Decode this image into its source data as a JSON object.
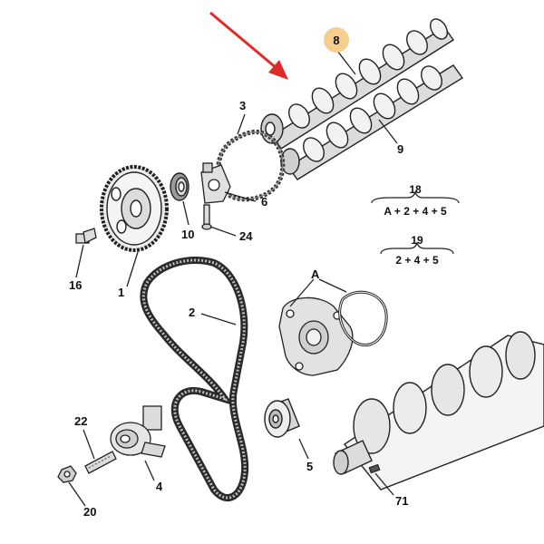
{
  "callouts": {
    "c1": "1",
    "c2": "2",
    "c3": "3",
    "c4": "4",
    "c5": "5",
    "c6": "6",
    "c8": "8",
    "c9": "9",
    "c10": "10",
    "c16": "16",
    "c20": "20",
    "c22": "22",
    "c24": "24",
    "c71": "71",
    "cA": "A"
  },
  "groups": [
    {
      "number": "18",
      "formula": "A + 2 + 4 + 5"
    },
    {
      "number": "19",
      "formula": "2 + 4 + 5"
    }
  ],
  "colors": {
    "highlight": "#f6cf8e",
    "arrow": "#e02a2a",
    "line": "#222222",
    "fill_light": "#f2f2f2",
    "fill_mid": "#d9d9d9"
  }
}
